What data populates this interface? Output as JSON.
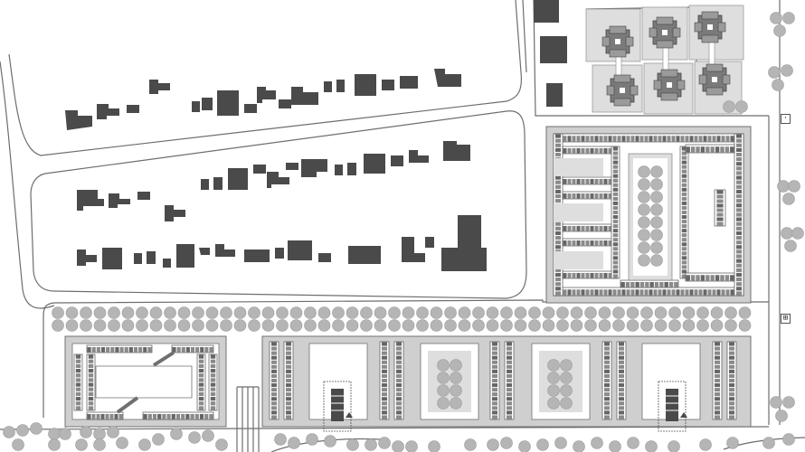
{
  "map": {
    "kind": "urban site plan",
    "colors": {
      "background": "#ffffff",
      "road_line": "#6e6e6e",
      "building_dark": "#4a4a4a",
      "block_fill": "#cfcfcf",
      "block_edge": "#707070",
      "courtyard": "#ffffff",
      "lawn": "#dedede",
      "tree": "#b5b5b5",
      "tree_edge": "#9a9a9a",
      "unit_tone": "#8a8a8a"
    },
    "icons": [
      "dot-icon",
      "grid-icon"
    ],
    "counts": {
      "villas_top_cluster": 6,
      "upper_band_buildings": 15,
      "middle_band_buildings": 14,
      "lower_band_buildings": 16,
      "bar_buildings_south": 6,
      "tree_groves_south": 2,
      "play_structures": 2
    }
  }
}
